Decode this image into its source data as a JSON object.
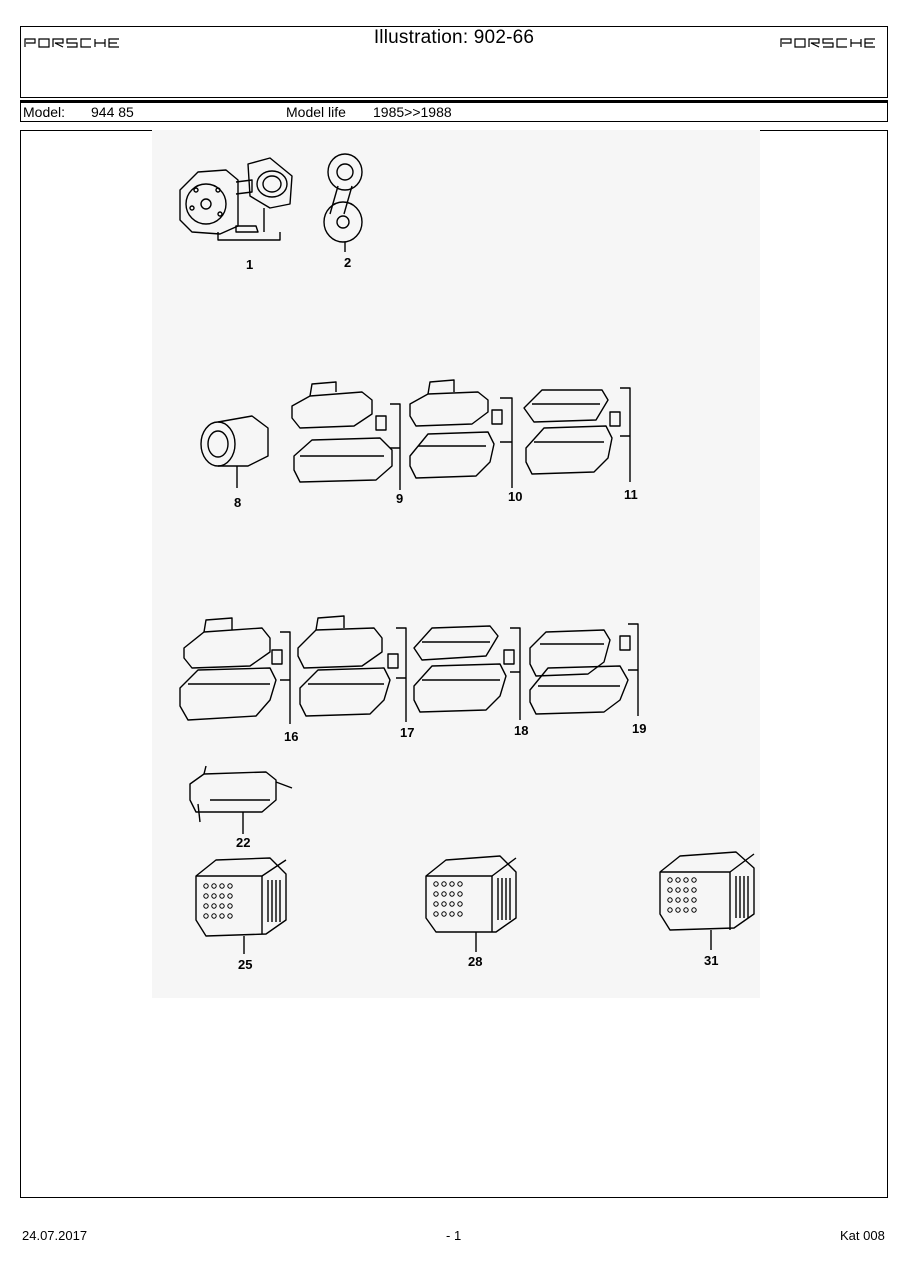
{
  "header": {
    "brand_left": "PORSCHE",
    "brand_right": "PORSCHE",
    "title": "Illustration: 902-66"
  },
  "model_bar": {
    "model_label": "Model:",
    "model_value": "944 85",
    "life_label": "Model life",
    "life_value": "1985>>1988"
  },
  "parts": {
    "p1": "1",
    "p2": "2",
    "p8": "8",
    "p9": "9",
    "p10": "10",
    "p11": "11",
    "p16": "16",
    "p17": "17",
    "p18": "18",
    "p19": "19",
    "p22": "22",
    "p25": "25",
    "p28": "28",
    "p31": "31"
  },
  "footer": {
    "date": "24.07.2017",
    "page": "- 1",
    "catalog": "Kat 008"
  }
}
